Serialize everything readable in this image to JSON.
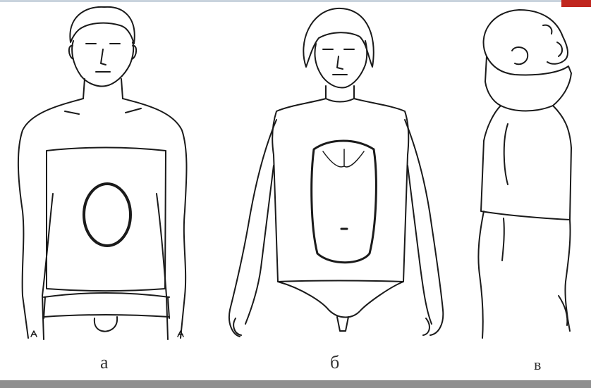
{
  "panels": [
    {
      "id": "a",
      "label": "а"
    },
    {
      "id": "b",
      "label": "б"
    },
    {
      "id": "v",
      "label": "в"
    }
  ],
  "colors": {
    "line": "#1a1a1a",
    "accent": "#c0271f",
    "frame_bottom": "#8f8f8f",
    "frame_top": "#c9d3dd"
  },
  "icons": [
    "figure-a-front-torso-cast",
    "figure-b-front-corset",
    "figure-c-side-collar-cast"
  ]
}
